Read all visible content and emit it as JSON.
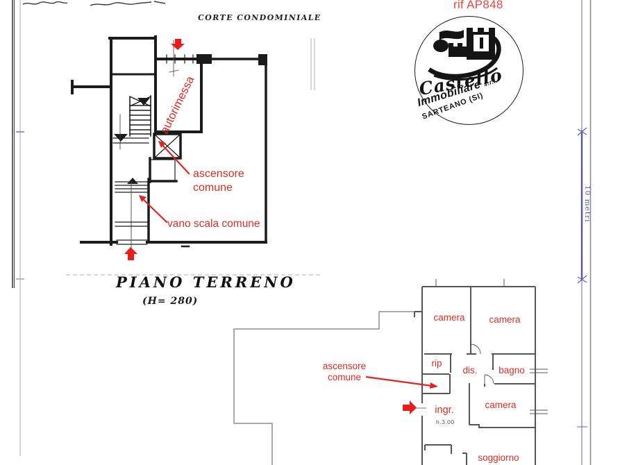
{
  "reference": {
    "label": "rif AP848"
  },
  "logo": {
    "brand_top": "Castello",
    "brand_bottom": "Immobiliare",
    "suffix": "s.r.l.",
    "city": "SARTEANO (SI)"
  },
  "ground_floor_plan": {
    "title": "PIANO TERRENO",
    "height_note": "(H= 280)",
    "court_label": "CORTE CONDOMINIALE",
    "garage_label": "autorimessa",
    "elevator_label": "ascensore comune",
    "stairwell_label": "vano scala comune"
  },
  "apartment_plan": {
    "elevator_label": "ascensore comune",
    "ceiling_height_note": "h.3.00",
    "rooms": [
      {
        "label": "camera"
      },
      {
        "label": "camera"
      },
      {
        "label": "rip"
      },
      {
        "label": "dis."
      },
      {
        "label": "bagno"
      },
      {
        "label": "camera"
      },
      {
        "label": "ingr."
      },
      {
        "label": "soggiorno"
      }
    ]
  },
  "dimension": {
    "label": "10 metri"
  },
  "colors": {
    "annotation_red": "#df2b24",
    "marker_red": "#ec1b1b",
    "reference_red": "#e7463f",
    "handdrawn_black": "#1b1b1b",
    "cad_wall_gray": "#54545a",
    "outline_gray": "#8d8d93",
    "dimension_blue": "#6161b0",
    "dimension_text_blue": "#5757a8"
  }
}
